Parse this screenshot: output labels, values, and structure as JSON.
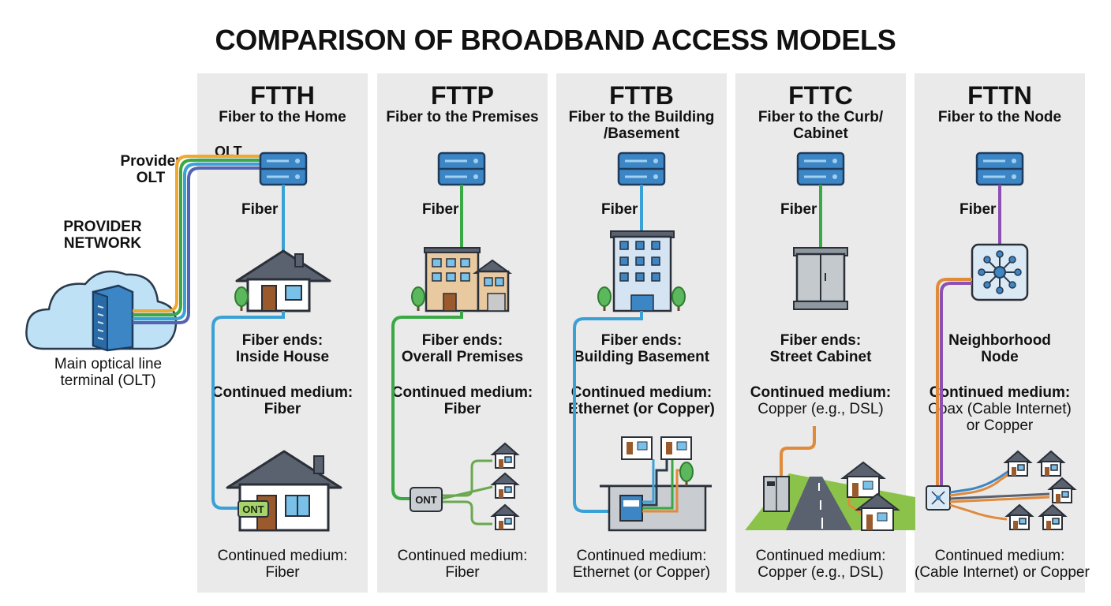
{
  "title": "COMPARISON OF BROADBAND ACCESS MODELS",
  "left": {
    "network_label_1": "PROVIDER",
    "network_label_2": "NETWORK",
    "olt_label_1": "Provider",
    "olt_label_2": "OLT",
    "olt_short": "OLT",
    "terminal_1": "Main optical line",
    "terminal_2": "terminal (OLT)"
  },
  "colors": {
    "fiber_blue": "#3aa1d6",
    "fiber_green": "#3aa845",
    "fiber_purple": "#8c4fb3",
    "copper_orange": "#e08a3c",
    "server_blue": "#3d86c6",
    "panel_bg": "#eaeaea"
  },
  "panels": [
    {
      "abbr": "FTTH",
      "subtitle_1": "Fiber to the Home",
      "subtitle_2": "",
      "fiber_label": "Fiber",
      "ends_1": "Fiber ends:",
      "ends_2": "Inside House",
      "cont_1": "Continued medium:",
      "cont_2": "Fiber",
      "bottom_1": "Continued medium:",
      "bottom_2": "Fiber",
      "device_label": "ONT"
    },
    {
      "abbr": "FTTP",
      "subtitle_1": "Fiber to the Premises",
      "subtitle_2": "",
      "fiber_label": "Fiber",
      "ends_1": "Fiber ends:",
      "ends_2": "Overall Premises",
      "cont_1": "Continued medium:",
      "cont_2": "Fiber",
      "bottom_1": "Continued medium:",
      "bottom_2": "Fiber",
      "device_label": "ONT"
    },
    {
      "abbr": "FTTB",
      "subtitle_1": "Fiber to the Building",
      "subtitle_2": "/Basement",
      "fiber_label": "Fiber",
      "ends_1": "Fiber ends:",
      "ends_2": "Building Basement",
      "cont_1": "Continued medium:",
      "cont_2": "Ethernet (or Copper)",
      "bottom_1": "Continued medium:",
      "bottom_2": "Ethernet (or Copper)",
      "device_label": ""
    },
    {
      "abbr": "FTTC",
      "subtitle_1": "Fiber to the Curb/",
      "subtitle_2": "Cabinet",
      "fiber_label": "Fiber",
      "ends_1": "Fiber ends:",
      "ends_2": "Street Cabinet",
      "cont_1": "Continued medium:",
      "cont_2": "Copper (e.g., DSL)",
      "bottom_1": "Continued medium:",
      "bottom_2": "Copper (e.g., DSL)",
      "device_label": ""
    },
    {
      "abbr": "FTTN",
      "subtitle_1": "Fiber to the Node",
      "subtitle_2": "",
      "fiber_label": "Fiber",
      "ends_1": "Neighborhood",
      "ends_2": "Node",
      "cont_1": "Continued medium:",
      "cont_2": "Coax (Cable Internet)",
      "cont_3": "or Copper",
      "bottom_1": "Continued medium:",
      "bottom_2": "(Cable Internet) or Copper",
      "device_label": ""
    }
  ]
}
